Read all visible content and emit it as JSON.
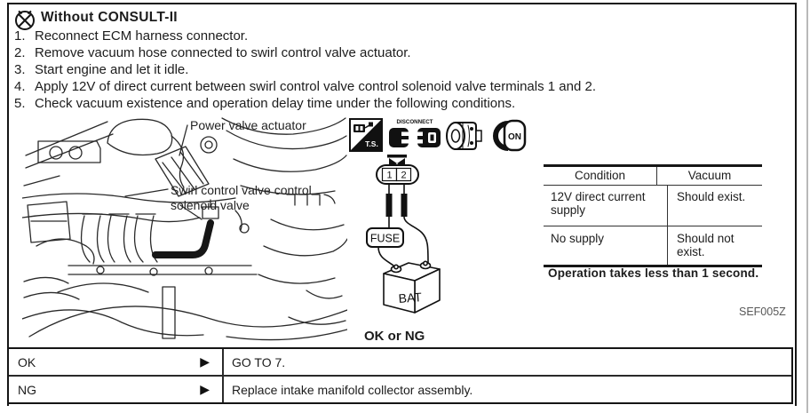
{
  "header": {
    "title": "Without CONSULT-II"
  },
  "steps": [
    {
      "num": "1.",
      "text": "Reconnect ECM harness connector."
    },
    {
      "num": "2.",
      "text": "Remove vacuum hose connected to swirl control valve actuator."
    },
    {
      "num": "3.",
      "text": "Start engine and let it idle."
    },
    {
      "num": "4.",
      "text": "Apply 12V of direct current between swirl control valve control solenoid valve terminals 1 and 2."
    },
    {
      "num": "5.",
      "text": "Check vacuum existence and operation delay time under the following conditions."
    }
  ],
  "figure": {
    "callouts": {
      "power_valve_actuator": "Power valve actuator",
      "swirl_valve_line1": "Swirl control valve control",
      "swirl_valve_line2": "solenoid valve"
    },
    "icons": {
      "ts_label": "T.S.",
      "disconnect_label": "DISCONNECT",
      "on_label": "ON"
    },
    "wiring": {
      "terminal_1": "1",
      "terminal_2": "2",
      "fuse_label": "FUSE",
      "battery_label": "BAT"
    },
    "condition_table": {
      "headers": [
        "Condition",
        "Vacuum"
      ],
      "rows": [
        {
          "condition": "12V direct current supply",
          "vacuum": "Should exist."
        },
        {
          "condition": "No supply",
          "vacuum": "Should not exist."
        }
      ]
    },
    "note": "Operation takes less than 1 second.",
    "figure_code": "SEF005Z"
  },
  "decision": {
    "label": "OK or NG",
    "rows": [
      {
        "result": "OK",
        "arrow": "▶",
        "action": "GO TO 7."
      },
      {
        "result": "NG",
        "arrow": "▶",
        "action": "Replace intake manifold collector assembly."
      }
    ]
  }
}
